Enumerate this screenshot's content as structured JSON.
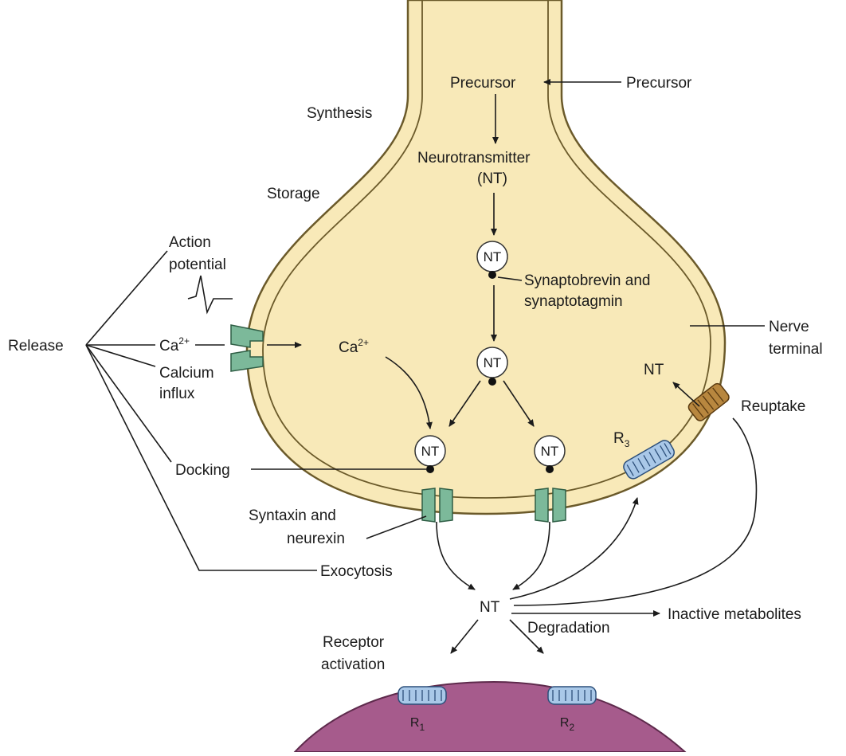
{
  "labels": {
    "precursor_inside": "Precursor",
    "precursor_outside": "Precursor",
    "synthesis": "Synthesis",
    "neurotransmitter_line1": "Neurotransmitter",
    "neurotransmitter_line2": "(NT)",
    "storage": "Storage",
    "action_potential_line1": "Action",
    "action_potential_line2": "potential",
    "synaptobrevin_line1": "Synaptobrevin and",
    "synaptobrevin_line2": "synaptotagmin",
    "release": "Release",
    "ca_left": "Ca",
    "ca_left_sup": "2+",
    "ca_inside": "Ca",
    "ca_inside_sup": "2+",
    "calcium_influx_line1": "Calcium",
    "calcium_influx_line2": "influx",
    "nerve_terminal_line1": "Nerve",
    "nerve_terminal_line2": "terminal",
    "nt_reuptake": "NT",
    "reuptake": "Reuptake",
    "r3": "R",
    "r3_sub": "3",
    "docking": "Docking",
    "syntaxin_line1": "Syntaxin and",
    "syntaxin_line2": "neurexin",
    "exocytosis": "Exocytosis",
    "nt_cleft": "NT",
    "degradation": "Degradation",
    "inactive_metabolites": "Inactive metabolites",
    "receptor_activation_line1": "Receptor",
    "receptor_activation_line2": "activation",
    "r1": "R",
    "r1_sub": "1",
    "r2": "R",
    "r2_sub": "2"
  },
  "vesicles": [
    "NT",
    "NT",
    "NT",
    "NT"
  ],
  "colors": {
    "terminal_fill": "#f8e9b8",
    "membrane": "#6b5a2a",
    "postsynaptic_fill": "#a65b8c",
    "channel_green": "#7cb99a",
    "receptor_blue": "#a9c8e8",
    "transporter_brown": "#b8873f"
  }
}
